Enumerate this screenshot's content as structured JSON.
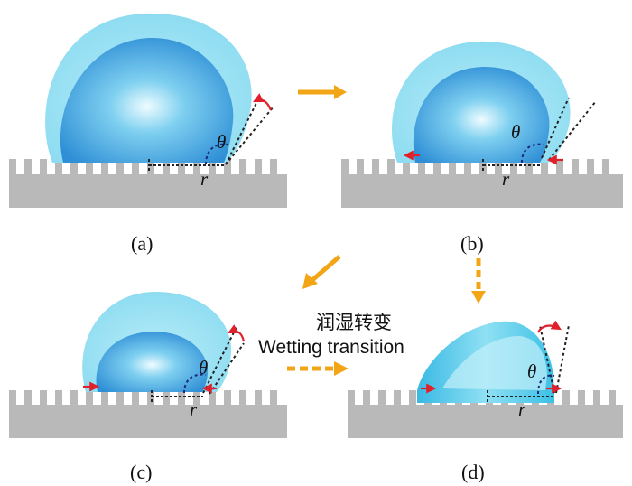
{
  "panels": [
    {
      "id": "a",
      "label": "(a)",
      "radius_label": "r",
      "angle_label": "θ"
    },
    {
      "id": "b",
      "label": "(b)",
      "radius_label": "r",
      "angle_label": "θ"
    },
    {
      "id": "c",
      "label": "(c)",
      "radius_label": "r",
      "angle_label": "θ"
    },
    {
      "id": "d",
      "label": "(d)",
      "radius_label": "r",
      "angle_label": "θ"
    }
  ],
  "transition": {
    "label_cn": "润湿转变",
    "label_en": "Wetting transition"
  },
  "colors": {
    "substrate": "#b9b9b9",
    "droplet_outer": "#9fe1f3",
    "droplet_inner_center": "#e9fbff",
    "droplet_inner_edge": "#2f8fd6",
    "arrow": "#f2a516",
    "contact_arrow": "#e0202a"
  }
}
